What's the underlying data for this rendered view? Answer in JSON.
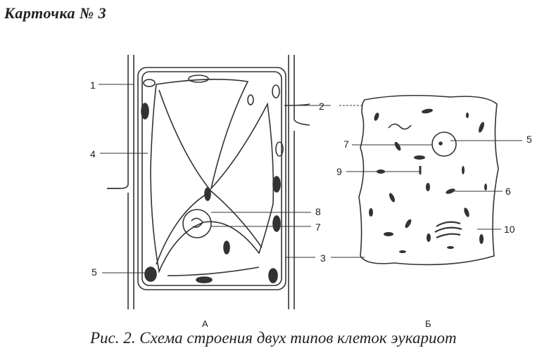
{
  "card_title": "Карточка № 3",
  "caption": "Рис. 2. Схема строения двух типов клеток эукариот",
  "cells": {
    "plant_letter": "А",
    "animal_letter": "Б"
  },
  "labels": {
    "l1": "1",
    "l2": "2",
    "l3": "3",
    "l4": "4",
    "l5_plant": "5",
    "l5_animal": "5",
    "l6": "6",
    "l7_plant": "7",
    "l7_animal": "7",
    "l8": "8",
    "l9": "9",
    "l10": "10"
  }
}
